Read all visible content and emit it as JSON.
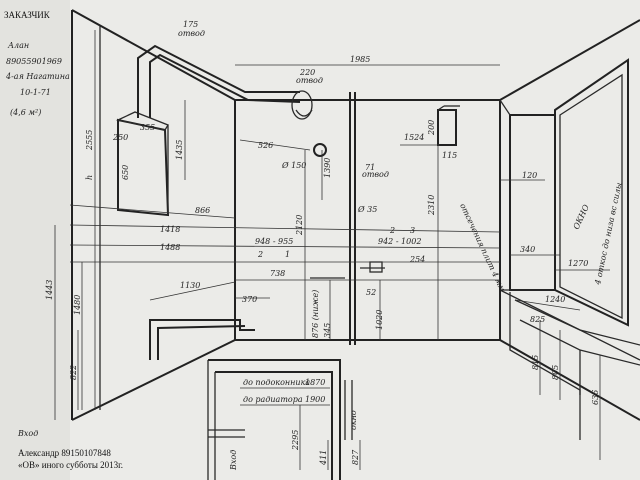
{
  "customer": {
    "header": "ЗАКАЗЧИК",
    "name": "Алан",
    "phone": "89055901969",
    "address": "4-ая Нагатина",
    "apt": "10-1-71",
    "area": "(4,6 м²)"
  },
  "footer": {
    "entrance": "Вход",
    "author": "Александр 89150107848",
    "company": "«ОВ» иного субботы 2013г."
  },
  "labels": {
    "window": "ОКНО",
    "window_note": "4 откос до низа вс силы",
    "tiles": "отсечения плит 4 мм",
    "radiator": "до радиатора",
    "sill": "до подоконника",
    "entrance_small": "Вход",
    "window_small": "окно",
    "h_label": "h"
  },
  "dimensions": {
    "top_width": "1985",
    "pipe_175": "175",
    "pipe_175_sub": "отвод",
    "pipe_220": "220",
    "pipe_220_sub": "отвод",
    "boiler_w": "355",
    "boiler_side": "250",
    "boiler_h": "650",
    "left_h": "2555",
    "d_1435": "1435",
    "d_526": "526",
    "d_150": "Ø 150",
    "d_1390": "1390",
    "d_71": "71",
    "d_71_sub": "отвод",
    "d_35": "Ø 35",
    "d_2120": "2120",
    "d_1524": "1524",
    "d_200": "200",
    "d_115": "115",
    "d_2310": "2310",
    "d_120": "120",
    "d_866": "866",
    "d_1418": "1418",
    "d_1488": "1488",
    "d_948_955": "948 - 955",
    "d_942_1002": "942 - 1002",
    "d_738": "738",
    "d_254": "254",
    "d_340": "340",
    "d_1270": "1270",
    "d_1130": "1130",
    "d_1443": "1443",
    "d_1480": "1480",
    "d_822": "822",
    "d_370": "370",
    "d_52": "52",
    "d_876": "876 (ниже)",
    "d_345": "345",
    "d_1020": "1020",
    "d_1240": "1240",
    "d_825": "825",
    "d_815": "815",
    "d_805": "805",
    "d_636": "636",
    "d_1870": "1870",
    "d_1900": "1900",
    "d_2295": "2295",
    "d_411": "411",
    "d_827": "827",
    "marker_1": "1",
    "marker_2": "2",
    "marker_3": "3"
  }
}
